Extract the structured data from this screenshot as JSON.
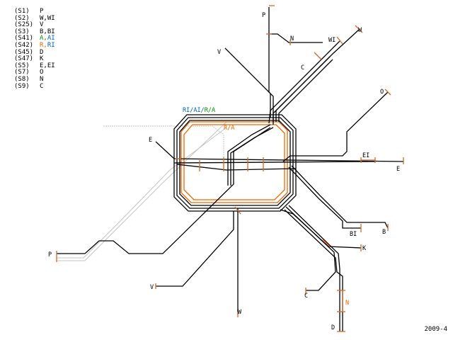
{
  "legend": [
    {
      "code": "(S1)",
      "lines": [
        {
          "t": "P",
          "c": "#000000"
        }
      ]
    },
    {
      "code": "(S2)",
      "lines": [
        {
          "t": "W,WI",
          "c": "#000000"
        }
      ]
    },
    {
      "code": "(S25)",
      "lines": [
        {
          "t": "V",
          "c": "#000000"
        }
      ]
    },
    {
      "code": "(S3)",
      "lines": [
        {
          "t": "B,BI",
          "c": "#000000"
        }
      ]
    },
    {
      "code": "(S41)",
      "lines": [
        {
          "t": "A,",
          "c": "#009900"
        },
        {
          "t": "AI",
          "c": "#0066cc"
        }
      ]
    },
    {
      "code": "(S42)",
      "lines": [
        {
          "t": "R,",
          "c": "#ee6600"
        },
        {
          "t": "RI",
          "c": "#0066cc"
        }
      ]
    },
    {
      "code": "(S45)",
      "lines": [
        {
          "t": "D",
          "c": "#000000"
        }
      ]
    },
    {
      "code": "(S47)",
      "lines": [
        {
          "t": "K",
          "c": "#000000"
        }
      ]
    },
    {
      "code": "(S5)",
      "lines": [
        {
          "t": "E,EI",
          "c": "#000000"
        }
      ]
    },
    {
      "code": "(S7)",
      "lines": [
        {
          "t": "O",
          "c": "#000000"
        }
      ]
    },
    {
      "code": "(S8)",
      "lines": [
        {
          "t": "N",
          "c": "#000000"
        }
      ]
    },
    {
      "code": "(S9)",
      "lines": [
        {
          "t": "C",
          "c": "#000000"
        }
      ]
    }
  ],
  "ring_label": {
    "parts": [
      {
        "t": "RI/AI/",
        "c": "#0066cc"
      },
      {
        "t": "R/A",
        "c": "#009900"
      }
    ]
  },
  "inner_ring_label": {
    "t": "R/A",
    "c": "#ee6600"
  },
  "terminals": {
    "P_top": "P",
    "N": "N",
    "WI": "WI",
    "W": "W",
    "V_top": "V",
    "C_top": "C",
    "O": "O",
    "E_left": "E",
    "EI": "EI",
    "E_right": "E",
    "BI": "BI",
    "B": "B",
    "K": "K",
    "C_bottom": "C",
    "N_bottom": "N",
    "D": "D",
    "P_left": "P",
    "V_bottom": "V",
    "W_bottom": "W"
  },
  "colors": {
    "line": "#000000",
    "ring_orange": "#ee6600",
    "tick": "#dd6622",
    "ghost": "#bbbbbb",
    "ghost_dotted": "#aaaaaa"
  },
  "year": "2009-4"
}
